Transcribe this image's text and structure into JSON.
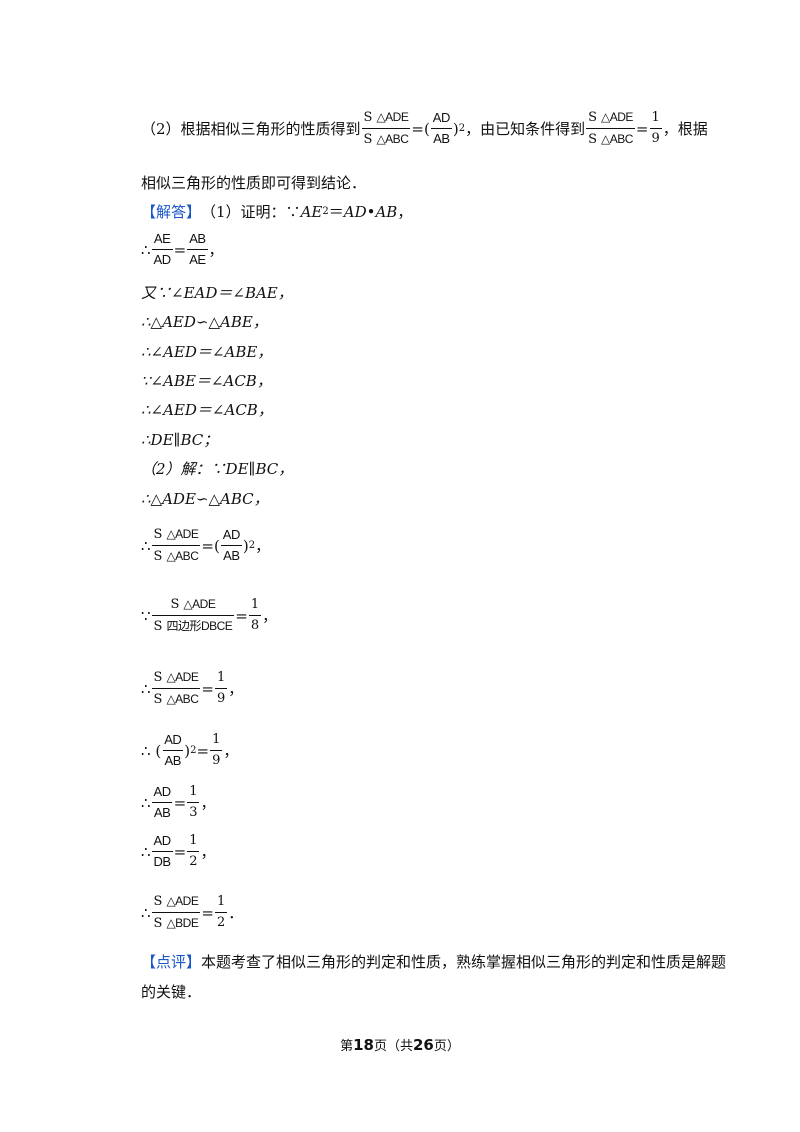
{
  "p2_hint": {
    "prefix": "（2）根据相似三角形的性质得到",
    "mid": "，由已知条件得到",
    "suffix": "，根据",
    "cont": "相似三角形的性质即可得到结论．"
  },
  "answer": {
    "tag": "【解答】",
    "l1_a": "（1）证明：∵",
    "l1_b": "AE",
    "l1_sup": "2",
    "l1_c": "＝",
    "l1_d": "AD•AB",
    "l1_e": "，",
    "l3": "又∵∠EAD＝∠BAE，",
    "l4": "∴△AED∽△ABE，",
    "l5": "∴∠AED＝∠ABE，",
    "l6": "∵∠ABE＝∠ACB，",
    "l7": "∴∠AED＝∠ACB，",
    "l8": "∴DE∥BC；",
    "l9": "（2）解：∵DE∥BC，",
    "l10": "∴△ADE∽△ABC，"
  },
  "symbols": {
    "therefore": "∴",
    "because": "∵",
    "eq": "=",
    "lp": "(",
    "rp": ")",
    "sq": "2",
    "comma": "，",
    "period": "．",
    "S": "S",
    "tri_ade": "△ADE",
    "tri_abc": "△ABC",
    "tri_bde": "△BDE",
    "quad": "四边形DBCE",
    "AE": "AE",
    "AD": "AD",
    "AB": "AB",
    "DB": "DB",
    "one": "1",
    "two": "2",
    "three": "3",
    "eight": "8",
    "nine": "9"
  },
  "comment": {
    "tag": "【点评】",
    "text": "本题考查了相似三角形的判定和性质，熟练掌握相似三角形的判定和性质是解题",
    "cont": "的关键．"
  },
  "footer": {
    "pre": "第",
    "page": "18",
    "mid": "页（共",
    "total": "26",
    "post": "页）"
  }
}
